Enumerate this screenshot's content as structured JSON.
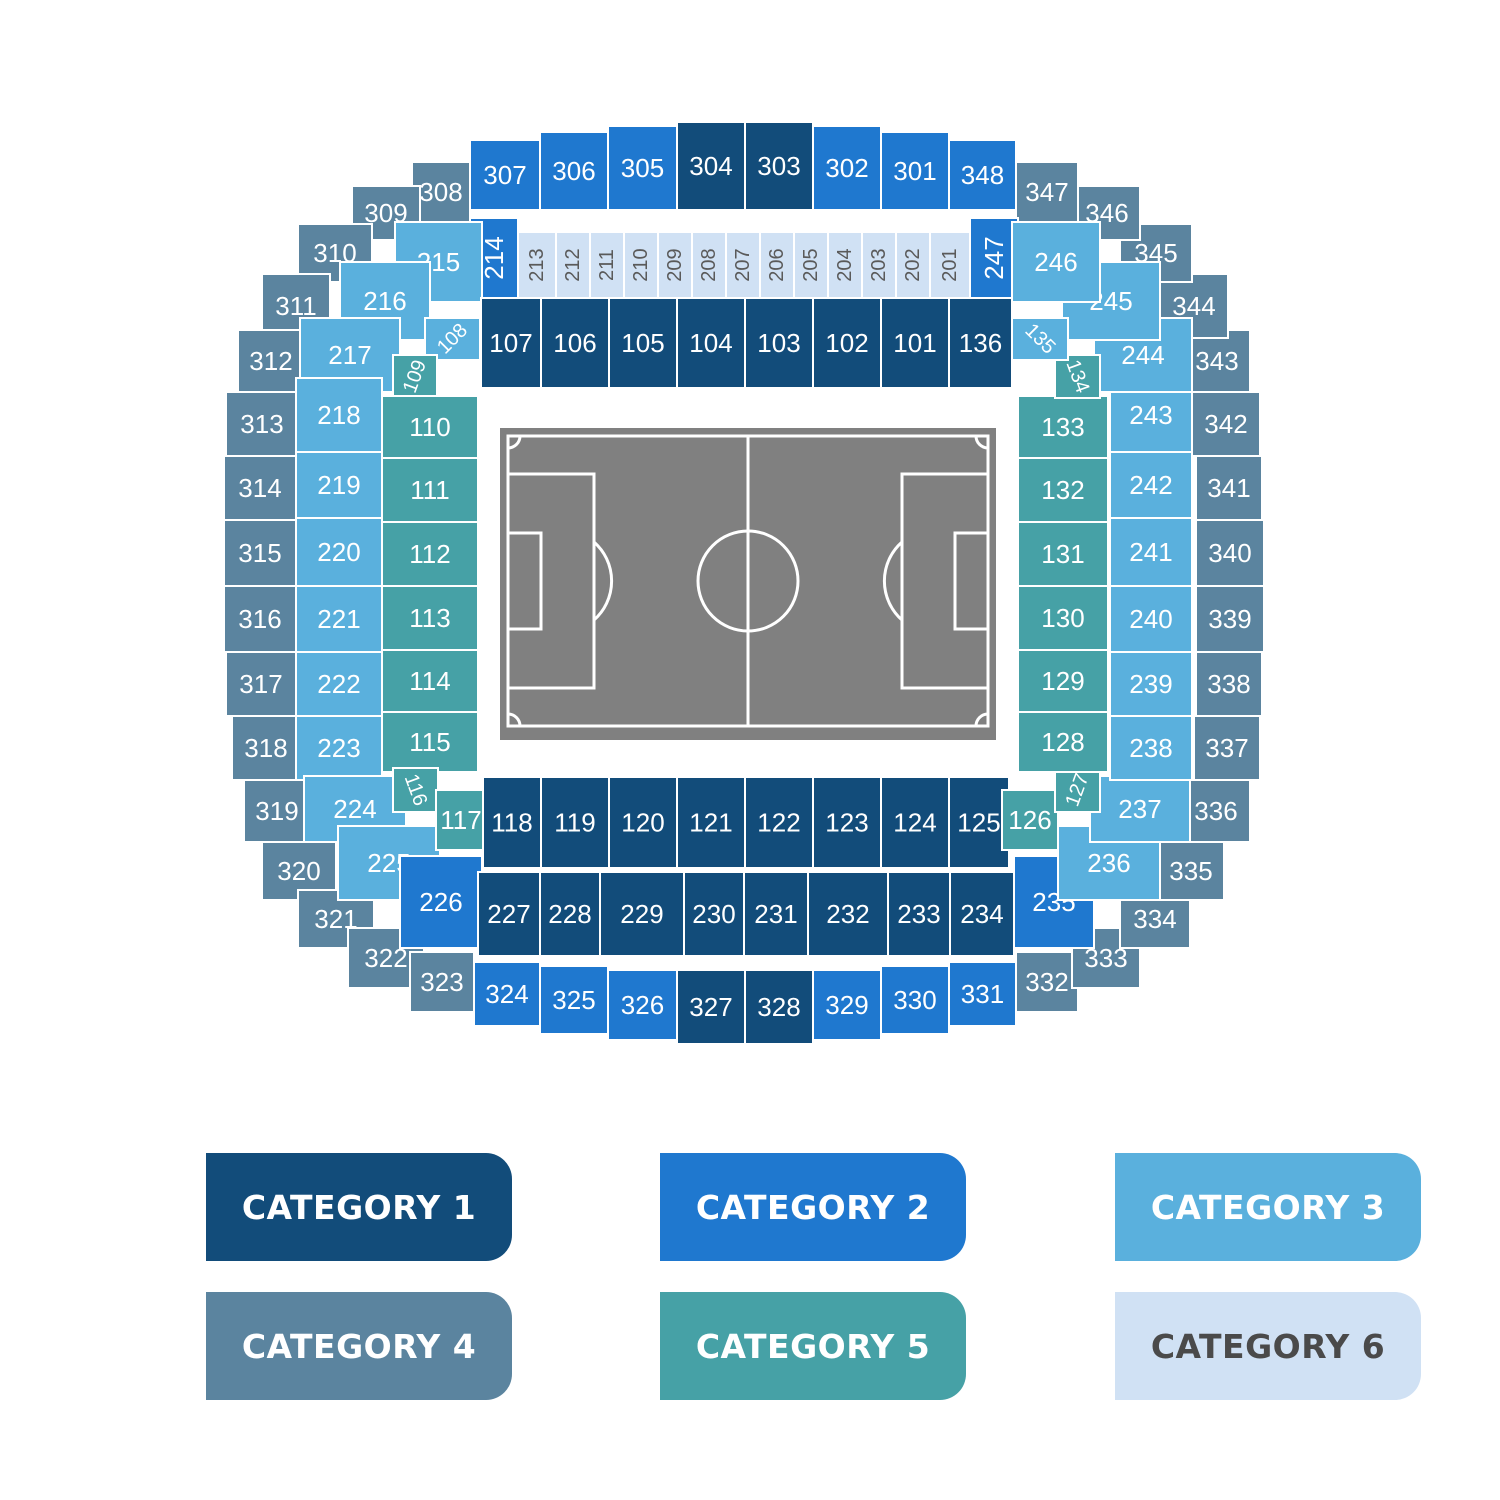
{
  "colors": {
    "cat1": "#124c7a",
    "cat2": "#1f78cf",
    "cat3": "#5ab0dd",
    "cat4": "#5b849f",
    "cat5": "#46a1a6",
    "cat6": "#d0e1f4",
    "pitch": "#808080",
    "pitch_lines": "#ffffff",
    "section_border": "#ffffff"
  },
  "legend": [
    {
      "label": "CATEGORY 1",
      "category": "cat1",
      "text_color": "#ffffff"
    },
    {
      "label": "CATEGORY 2",
      "category": "cat2",
      "text_color": "#ffffff"
    },
    {
      "label": "CATEGORY 3",
      "category": "cat3",
      "text_color": "#ffffff"
    },
    {
      "label": "CATEGORY 4",
      "category": "cat4",
      "text_color": "#ffffff"
    },
    {
      "label": "CATEGORY 5",
      "category": "cat5",
      "text_color": "#ffffff"
    },
    {
      "label": "CATEGORY 6",
      "category": "cat6",
      "text_color": "#4a4a4a"
    }
  ],
  "sections": {
    "level_100": [
      {
        "id": "107",
        "cat": "cat1"
      },
      {
        "id": "106",
        "cat": "cat1"
      },
      {
        "id": "105",
        "cat": "cat1"
      },
      {
        "id": "104",
        "cat": "cat1"
      },
      {
        "id": "103",
        "cat": "cat1"
      },
      {
        "id": "102",
        "cat": "cat1"
      },
      {
        "id": "101",
        "cat": "cat1"
      },
      {
        "id": "136",
        "cat": "cat1"
      },
      {
        "id": "108",
        "cat": "cat3"
      },
      {
        "id": "109",
        "cat": "cat5"
      },
      {
        "id": "110",
        "cat": "cat5"
      },
      {
        "id": "111",
        "cat": "cat5"
      },
      {
        "id": "112",
        "cat": "cat5"
      },
      {
        "id": "113",
        "cat": "cat5"
      },
      {
        "id": "114",
        "cat": "cat5"
      },
      {
        "id": "115",
        "cat": "cat5"
      },
      {
        "id": "116",
        "cat": "cat5"
      },
      {
        "id": "117",
        "cat": "cat5"
      },
      {
        "id": "118",
        "cat": "cat1"
      },
      {
        "id": "119",
        "cat": "cat1"
      },
      {
        "id": "120",
        "cat": "cat1"
      },
      {
        "id": "121",
        "cat": "cat1"
      },
      {
        "id": "122",
        "cat": "cat1"
      },
      {
        "id": "123",
        "cat": "cat1"
      },
      {
        "id": "124",
        "cat": "cat1"
      },
      {
        "id": "125",
        "cat": "cat1"
      },
      {
        "id": "126",
        "cat": "cat5"
      },
      {
        "id": "127",
        "cat": "cat5"
      },
      {
        "id": "128",
        "cat": "cat5"
      },
      {
        "id": "129",
        "cat": "cat5"
      },
      {
        "id": "130",
        "cat": "cat5"
      },
      {
        "id": "131",
        "cat": "cat5"
      },
      {
        "id": "132",
        "cat": "cat5"
      },
      {
        "id": "133",
        "cat": "cat5"
      },
      {
        "id": "134",
        "cat": "cat5"
      },
      {
        "id": "135",
        "cat": "cat3"
      }
    ],
    "level_200": [
      {
        "id": "214",
        "cat": "cat2"
      },
      {
        "id": "213",
        "cat": "cat6"
      },
      {
        "id": "212",
        "cat": "cat6"
      },
      {
        "id": "211",
        "cat": "cat6"
      },
      {
        "id": "210",
        "cat": "cat6"
      },
      {
        "id": "209",
        "cat": "cat6"
      },
      {
        "id": "208",
        "cat": "cat6"
      },
      {
        "id": "207",
        "cat": "cat6"
      },
      {
        "id": "206",
        "cat": "cat6"
      },
      {
        "id": "205",
        "cat": "cat6"
      },
      {
        "id": "204",
        "cat": "cat6"
      },
      {
        "id": "203",
        "cat": "cat6"
      },
      {
        "id": "202",
        "cat": "cat6"
      },
      {
        "id": "201",
        "cat": "cat6"
      },
      {
        "id": "247",
        "cat": "cat2"
      },
      {
        "id": "215",
        "cat": "cat3"
      },
      {
        "id": "216",
        "cat": "cat3"
      },
      {
        "id": "217",
        "cat": "cat3"
      },
      {
        "id": "218",
        "cat": "cat3"
      },
      {
        "id": "219",
        "cat": "cat3"
      },
      {
        "id": "220",
        "cat": "cat3"
      },
      {
        "id": "221",
        "cat": "cat3"
      },
      {
        "id": "222",
        "cat": "cat3"
      },
      {
        "id": "223",
        "cat": "cat3"
      },
      {
        "id": "224",
        "cat": "cat3"
      },
      {
        "id": "225",
        "cat": "cat3"
      },
      {
        "id": "226",
        "cat": "cat2"
      },
      {
        "id": "227",
        "cat": "cat1"
      },
      {
        "id": "228",
        "cat": "cat1"
      },
      {
        "id": "229",
        "cat": "cat1"
      },
      {
        "id": "230",
        "cat": "cat1"
      },
      {
        "id": "231",
        "cat": "cat1"
      },
      {
        "id": "232",
        "cat": "cat1"
      },
      {
        "id": "233",
        "cat": "cat1"
      },
      {
        "id": "234",
        "cat": "cat1"
      },
      {
        "id": "235",
        "cat": "cat2"
      },
      {
        "id": "236",
        "cat": "cat3"
      },
      {
        "id": "237",
        "cat": "cat3"
      },
      {
        "id": "238",
        "cat": "cat3"
      },
      {
        "id": "239",
        "cat": "cat3"
      },
      {
        "id": "240",
        "cat": "cat3"
      },
      {
        "id": "241",
        "cat": "cat3"
      },
      {
        "id": "242",
        "cat": "cat3"
      },
      {
        "id": "243",
        "cat": "cat3"
      },
      {
        "id": "244",
        "cat": "cat3"
      },
      {
        "id": "245",
        "cat": "cat3"
      },
      {
        "id": "246",
        "cat": "cat3"
      }
    ],
    "level_300": [
      {
        "id": "307",
        "cat": "cat2"
      },
      {
        "id": "306",
        "cat": "cat2"
      },
      {
        "id": "305",
        "cat": "cat2"
      },
      {
        "id": "304",
        "cat": "cat1"
      },
      {
        "id": "303",
        "cat": "cat1"
      },
      {
        "id": "302",
        "cat": "cat2"
      },
      {
        "id": "301",
        "cat": "cat2"
      },
      {
        "id": "348",
        "cat": "cat2"
      },
      {
        "id": "308",
        "cat": "cat4"
      },
      {
        "id": "309",
        "cat": "cat4"
      },
      {
        "id": "310",
        "cat": "cat4"
      },
      {
        "id": "311",
        "cat": "cat4"
      },
      {
        "id": "312",
        "cat": "cat4"
      },
      {
        "id": "313",
        "cat": "cat4"
      },
      {
        "id": "314",
        "cat": "cat4"
      },
      {
        "id": "315",
        "cat": "cat4"
      },
      {
        "id": "316",
        "cat": "cat4"
      },
      {
        "id": "317",
        "cat": "cat4"
      },
      {
        "id": "318",
        "cat": "cat4"
      },
      {
        "id": "319",
        "cat": "cat4"
      },
      {
        "id": "320",
        "cat": "cat4"
      },
      {
        "id": "321",
        "cat": "cat4"
      },
      {
        "id": "322",
        "cat": "cat4"
      },
      {
        "id": "323",
        "cat": "cat4"
      },
      {
        "id": "324",
        "cat": "cat2"
      },
      {
        "id": "325",
        "cat": "cat2"
      },
      {
        "id": "326",
        "cat": "cat2"
      },
      {
        "id": "327",
        "cat": "cat1"
      },
      {
        "id": "328",
        "cat": "cat1"
      },
      {
        "id": "329",
        "cat": "cat2"
      },
      {
        "id": "330",
        "cat": "cat2"
      },
      {
        "id": "331",
        "cat": "cat2"
      },
      {
        "id": "332",
        "cat": "cat4"
      },
      {
        "id": "333",
        "cat": "cat4"
      },
      {
        "id": "334",
        "cat": "cat4"
      },
      {
        "id": "335",
        "cat": "cat4"
      },
      {
        "id": "336",
        "cat": "cat4"
      },
      {
        "id": "337",
        "cat": "cat4"
      },
      {
        "id": "338",
        "cat": "cat4"
      },
      {
        "id": "339",
        "cat": "cat4"
      },
      {
        "id": "340",
        "cat": "cat4"
      },
      {
        "id": "341",
        "cat": "cat4"
      },
      {
        "id": "342",
        "cat": "cat4"
      },
      {
        "id": "343",
        "cat": "cat4"
      },
      {
        "id": "344",
        "cat": "cat4"
      },
      {
        "id": "345",
        "cat": "cat4"
      },
      {
        "id": "346",
        "cat": "cat4"
      },
      {
        "id": "347",
        "cat": "cat4"
      }
    ]
  }
}
